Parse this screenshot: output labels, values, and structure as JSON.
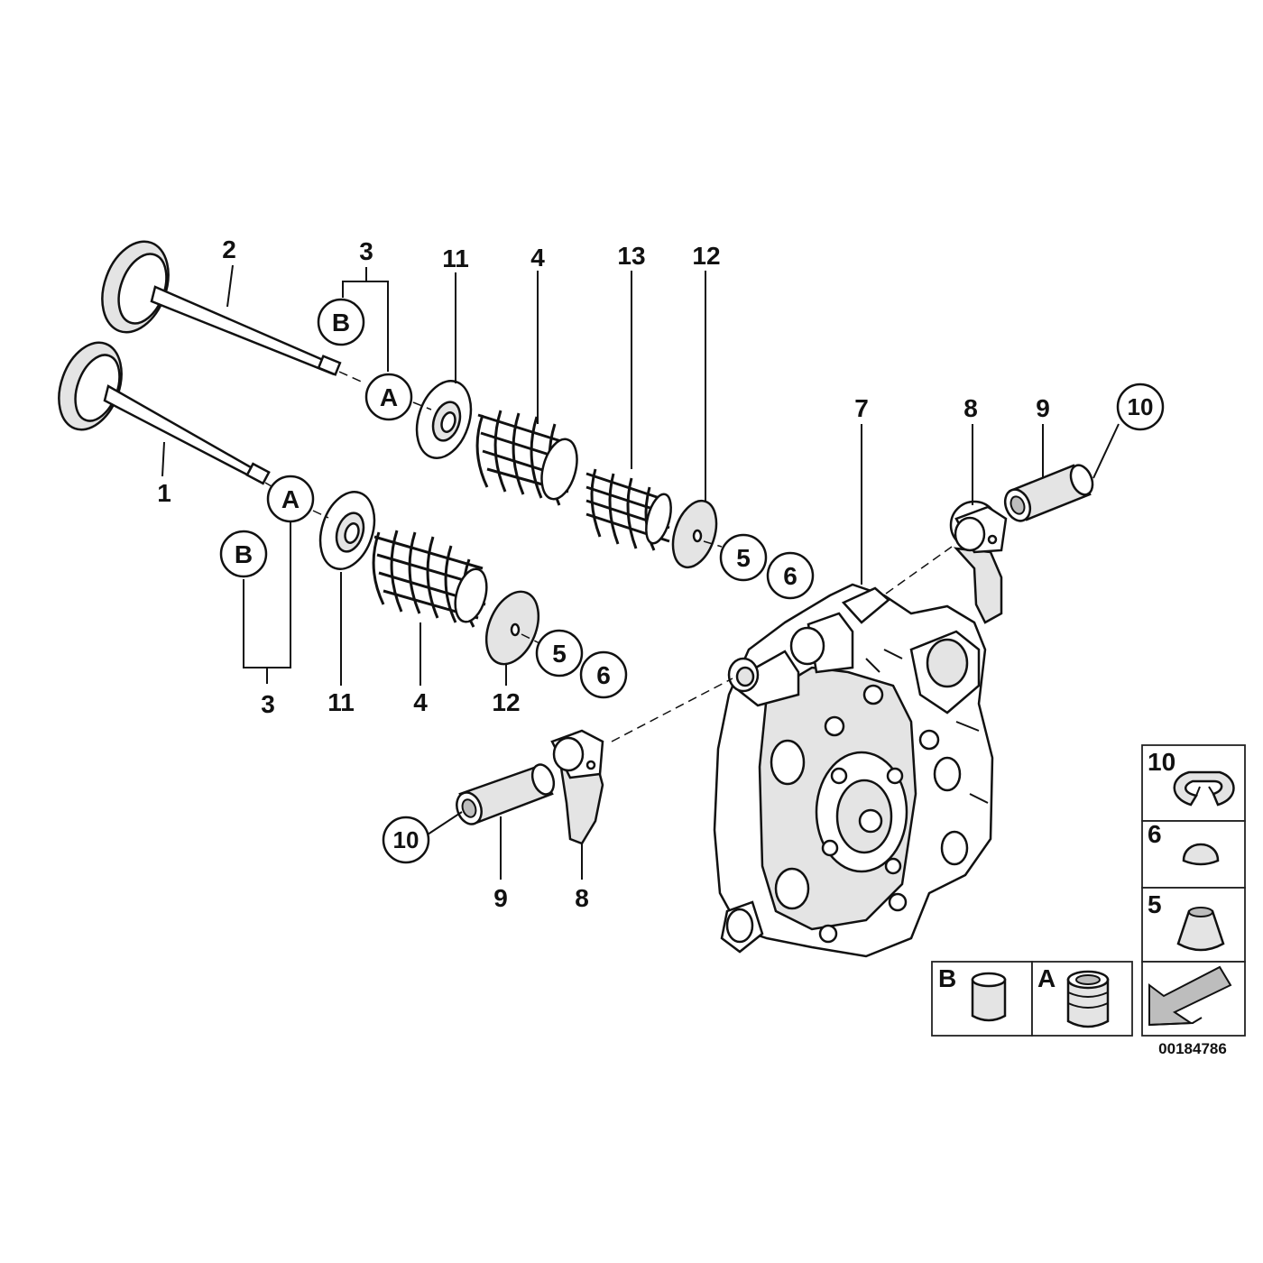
{
  "figure_number": "00184786",
  "callouts": {
    "c1": "1",
    "c2": "2",
    "c3_top": "3",
    "c3_bot": "3",
    "c4_top": "4",
    "c4_bot": "4",
    "c5_top": "5",
    "c5_bot": "5",
    "c6_top": "6",
    "c6_bot": "6",
    "c7": "7",
    "c8_top": "8",
    "c8_bot": "8",
    "c9_top": "9",
    "c9_bot": "9",
    "c10_top": "10",
    "c10_bot": "10",
    "c11_top": "11",
    "c11_bot": "11",
    "c12_top": "12",
    "c12_bot": "12",
    "c13": "13",
    "A_top": "A",
    "A_bot": "A",
    "B_top": "B",
    "B_bot": "B"
  },
  "legend": {
    "item10": "10",
    "item6": "6",
    "item5": "5",
    "itemB": "B",
    "itemA": "A"
  }
}
